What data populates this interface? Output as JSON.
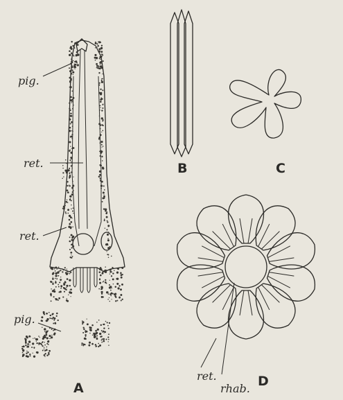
{
  "figure": {
    "panels": [
      {
        "id": "A",
        "label": "A"
      },
      {
        "id": "B",
        "label": "B"
      },
      {
        "id": "C",
        "label": "C"
      },
      {
        "id": "D",
        "label": "D"
      }
    ],
    "labels": {
      "pig_top": "pig.",
      "ret_upper": "ret.",
      "ret_lower": "ret.",
      "pig_bottom": "pig.",
      "ret_d": "ret.",
      "rhab_d": "rhab."
    }
  },
  "colors": {
    "background": "#e9e6dd",
    "ink": "#2b2a27"
  }
}
